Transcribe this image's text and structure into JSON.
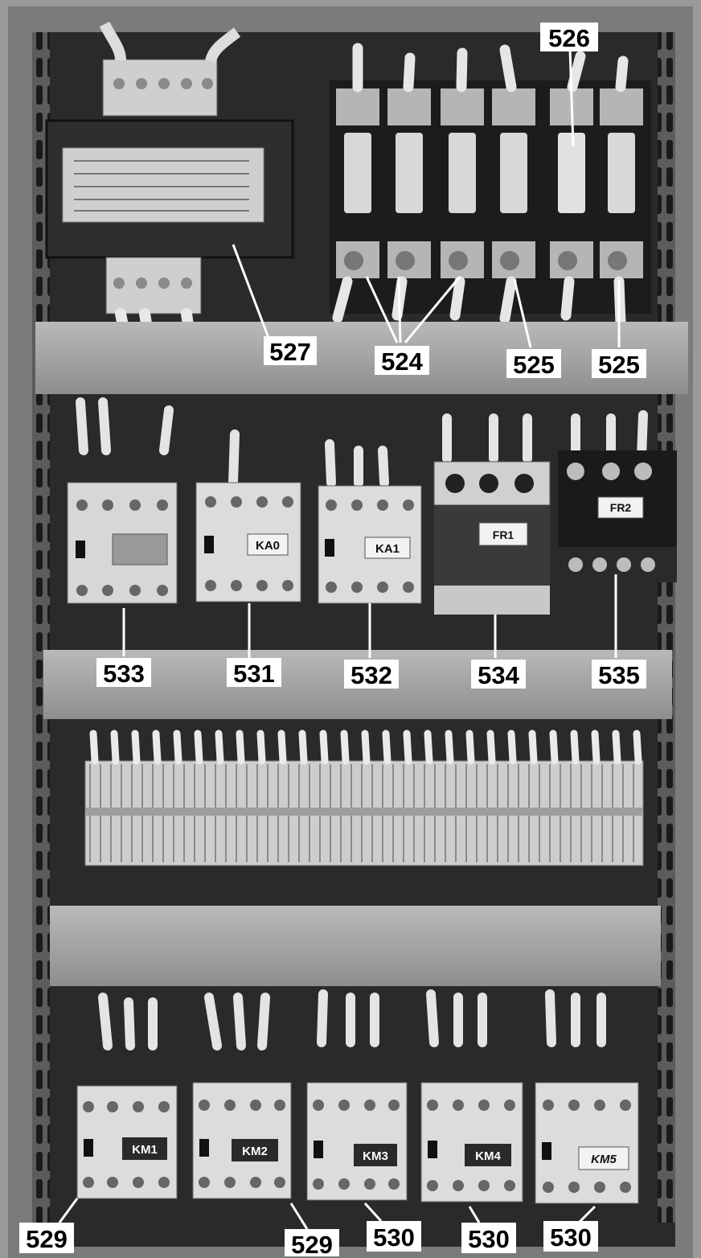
{
  "callouts": {
    "c526": "526",
    "c527": "527",
    "c524": "524",
    "c525a": "525",
    "c525b": "525",
    "c533": "533",
    "c531": "531",
    "c532": "532",
    "c534": "534",
    "c535": "535",
    "c529a": "529",
    "c529b": "529",
    "c530a": "530",
    "c530b": "530",
    "c530c": "530"
  },
  "device_labels": {
    "ka0": "KA0",
    "ka1": "KA1",
    "fr1": "FR1",
    "fr2": "FR2",
    "km1": "KM1",
    "km2": "KM2",
    "km3": "KM3",
    "km4": "KM4",
    "km5": "KM5"
  }
}
